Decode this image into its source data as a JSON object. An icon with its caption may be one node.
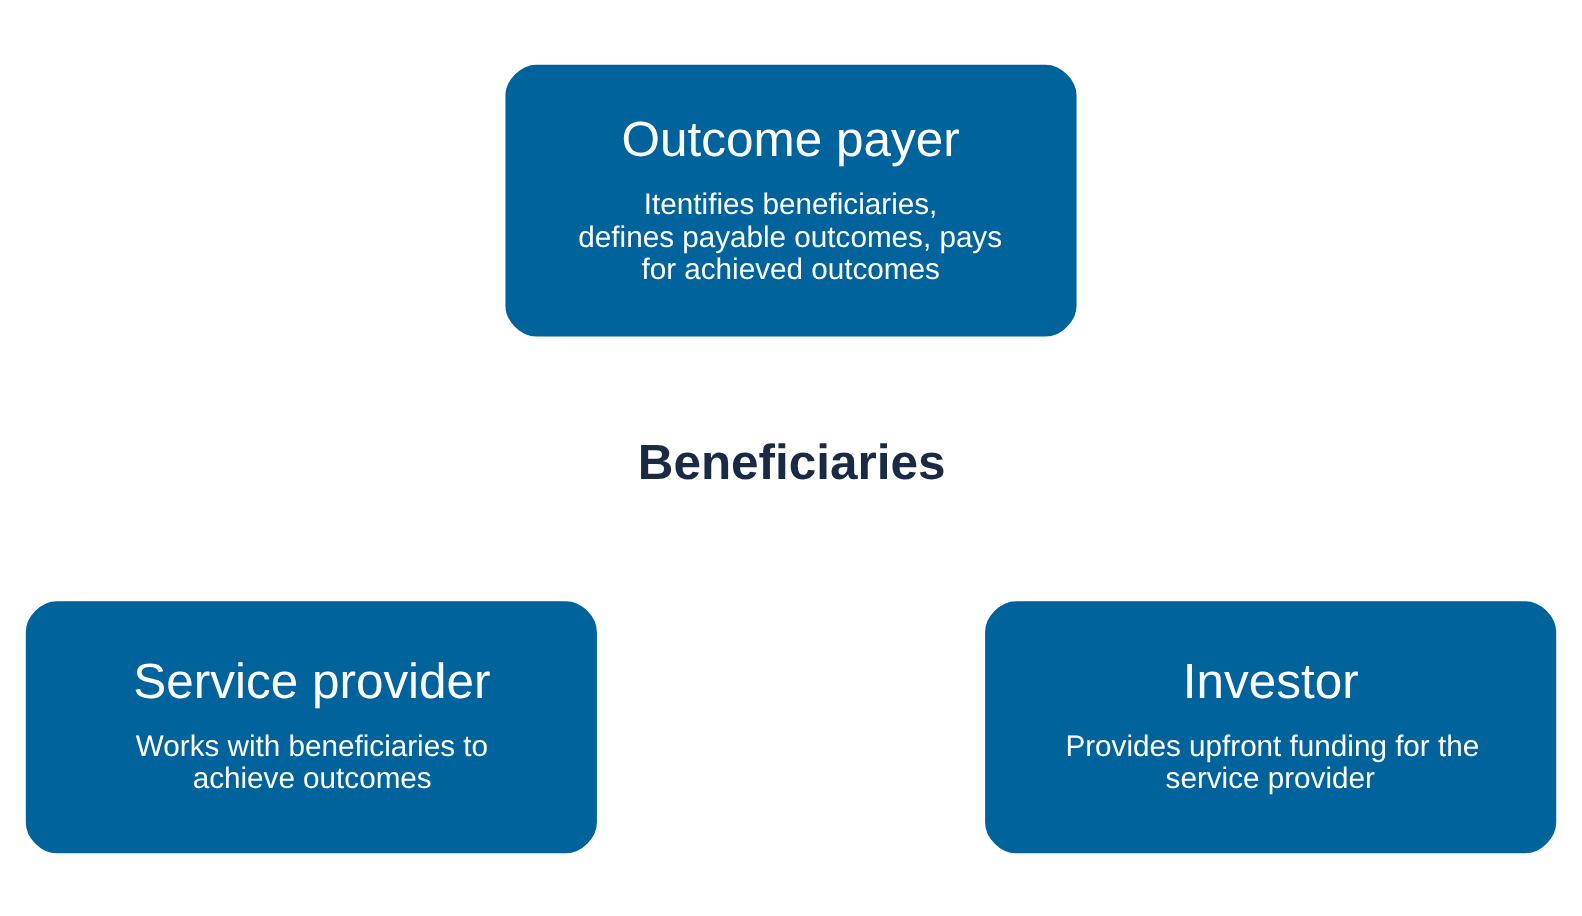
{
  "diagram": {
    "nodes": [
      {
        "text": [
          "Outcome payer",
          "Itentifies beneficiaries, defines payable outcomes, pays for achieved outcomes"
        ]
      },
      {
        "text": [
          "Service provider",
          "Works with beneficiaries to achieve outcomes"
        ]
      },
      {
        "text": [
          "Investor",
          "Provides upfront funding for the service provider"
        ]
      }
    ],
    "edges": [],
    "labels": [
      "Beneficiaries"
    ]
  }
}
